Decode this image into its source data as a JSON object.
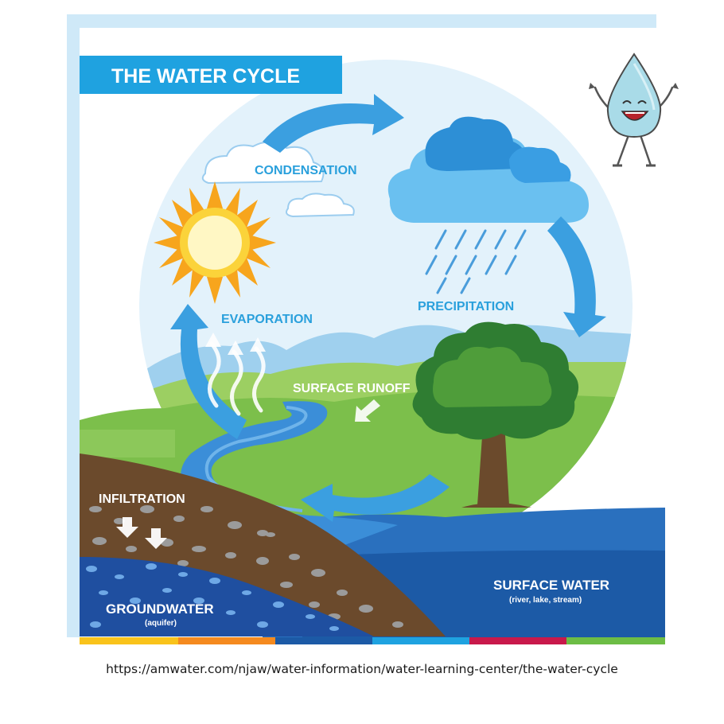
{
  "title": "THE WATER CYCLE",
  "labels": {
    "condensation": "CONDENSATION",
    "precipitation": "PRECIPITATION",
    "evaporation": "EVAPORATION",
    "surface_runoff": "SURFACE RUNOFF",
    "infiltration": "INFILTRATION",
    "groundwater": "GROUNDWATER",
    "groundwater_sub": "(aquifer)",
    "surface_water": "SURFACE WATER",
    "surface_water_sub": "(river, lake, stream)"
  },
  "source_url": "https://amwater.com/njaw/water-information/water-learning-center/the-water-cycle",
  "icons": [
    "sun-icon",
    "cloud-icon",
    "rain-cloud-icon",
    "tree-icon",
    "water-drop-mascot-icon",
    "cycle-arrow-icon",
    "down-arrow-icon",
    "vapor-arrow-icon"
  ],
  "colors": {
    "title_bg": "#1fa2e0",
    "label_blue": "#2aa0dc",
    "arrow_blue": "#3b9fe0",
    "sky": "#e3f2fb",
    "grass": "#7cbf4b",
    "soil": "#6b4a2c",
    "surface_water": "#1c5aa6",
    "groundwater": "#1f4fa0"
  },
  "bottom_bar_colors": [
    "#f9c31b",
    "#f58a1f",
    "#1c5aa6",
    "#1fa2e0",
    "#c8194b",
    "#6dbd45"
  ]
}
